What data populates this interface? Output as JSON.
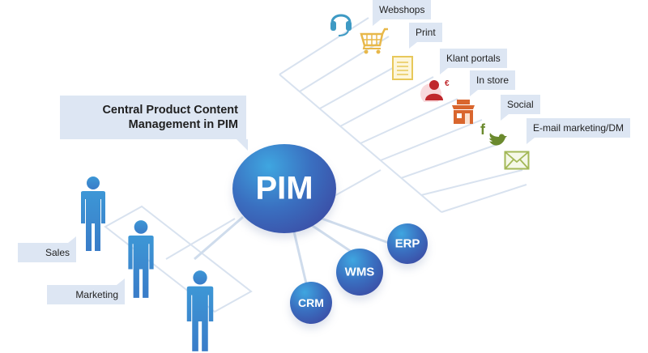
{
  "diagram": {
    "title_line1": "Central Product Content",
    "title_line2": "Management in PIM",
    "hub": {
      "label": "PIM",
      "icon": "sphere"
    },
    "systems": [
      {
        "label": "ERP"
      },
      {
        "label": "WMS"
      },
      {
        "label": "CRM"
      }
    ],
    "channels": [
      {
        "label": "Webshops",
        "icon": "headset-icon",
        "color": "#3e9ac4"
      },
      {
        "label": "Print",
        "icon": "shopping-cart-icon",
        "color": "#e8b84a"
      },
      {
        "label": "Klant portals",
        "icon": "document-icon",
        "color": "#e8c85a"
      },
      {
        "label": "In store",
        "icon": "customer-euro-icon",
        "color": "#c0282c"
      },
      {
        "label": "Social",
        "icon": "store-icon",
        "color": "#d9662e"
      },
      {
        "label": "E-mail marketing/DM",
        "icon": "facebook-twitter-icon",
        "color": "#6b8a2e"
      }
    ],
    "email_icon": {
      "icon": "envelope-icon",
      "color": "#a3b857"
    },
    "roles": [
      {
        "label": "Sales"
      },
      {
        "label": "Marketing"
      },
      {
        "label": ""
      }
    ],
    "colors": {
      "label_bg": "#dde6f3",
      "person": "#3d8fd0",
      "line": "#d6e0ee"
    }
  }
}
